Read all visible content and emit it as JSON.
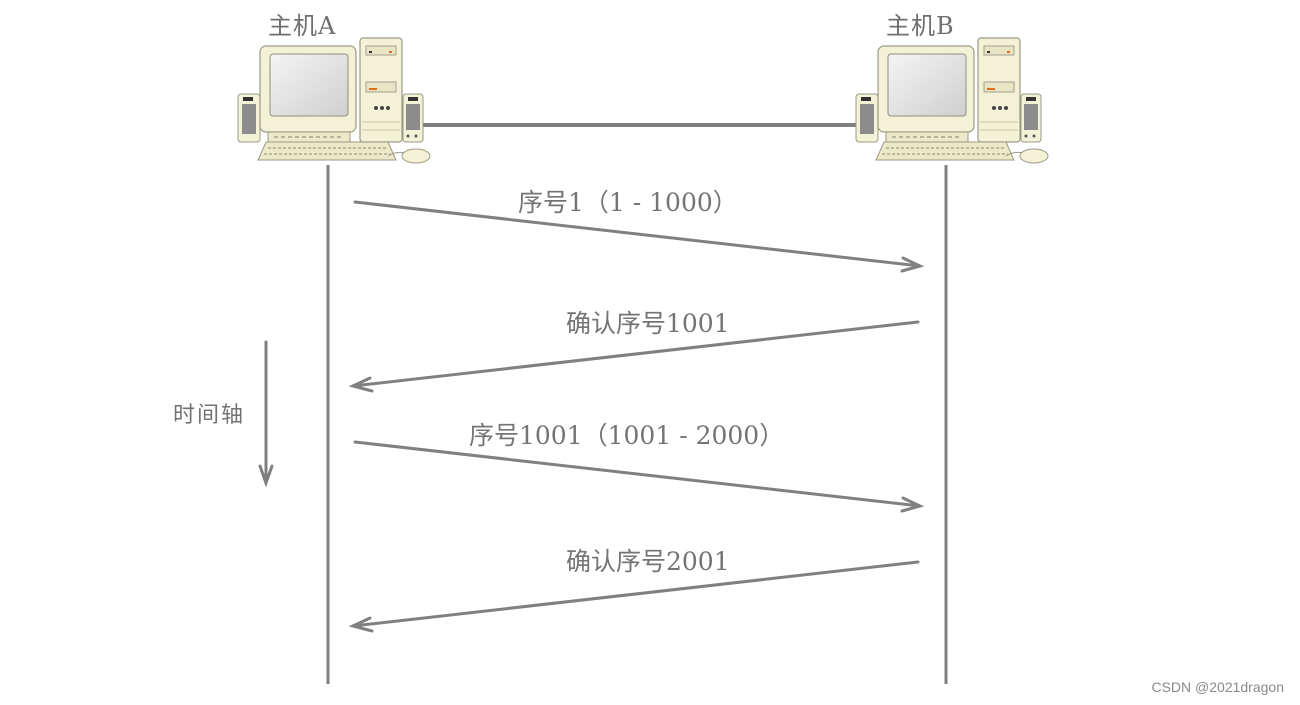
{
  "hosts": [
    {
      "id": "A",
      "label": "主机A"
    },
    {
      "id": "B",
      "label": "主机B"
    }
  ],
  "time_axis": {
    "label": "时间轴"
  },
  "messages": [
    {
      "direction": "A-to-B",
      "label": "序号1（1 - 1000）"
    },
    {
      "direction": "B-to-A",
      "label": "确认序号1001"
    },
    {
      "direction": "A-to-B",
      "label": "序号1001（1001 - 2000）"
    },
    {
      "direction": "B-to-A",
      "label": "确认序号2001"
    }
  ],
  "watermark": "CSDN @2021dragon",
  "colors": {
    "line": "#808080",
    "text": "#737373",
    "computer_body": "#f3f1d6",
    "computer_outline": "#9a9a86",
    "screen": "#e2e2e2"
  }
}
